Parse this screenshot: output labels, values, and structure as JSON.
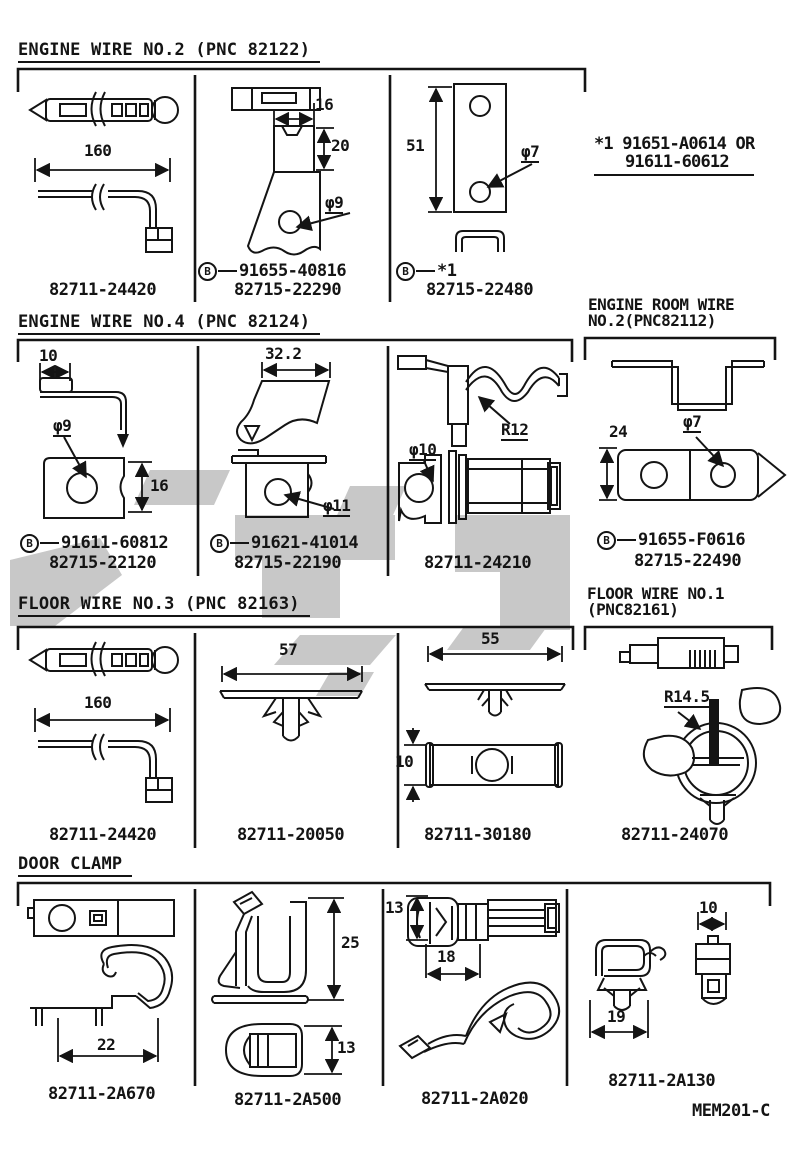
{
  "page": {
    "footer_code": "MEM201-C",
    "ink": "#141414",
    "watermark_color": "#c8c8c8"
  },
  "note": {
    "line1": "*1 91651-A0614 OR",
    "line2": "91611-60612"
  },
  "callout_symbol": "B",
  "sections": [
    {
      "id": "engine-wire-no2",
      "title": "ENGINE WIRE NO.2 (PNC 82122)",
      "panels": [
        {
          "part": "82711-24420",
          "dims": [
            "160"
          ]
        },
        {
          "part": "82715-22290",
          "callout": "91655-40816",
          "dims": [
            "16",
            "20",
            "φ9"
          ]
        },
        {
          "part": "82715-22480",
          "callout": "*1",
          "dims": [
            "51",
            "φ7"
          ]
        }
      ]
    },
    {
      "id": "engine-wire-no4",
      "title": "ENGINE WIRE NO.4 (PNC 82124)",
      "panels": [
        {
          "part": "82715-22120",
          "callout": "91611-60812",
          "dims": [
            "10",
            "φ9",
            "16"
          ]
        },
        {
          "part": "82715-22190",
          "callout": "91621-41014",
          "dims": [
            "32.2",
            "φ11"
          ]
        },
        {
          "part": "82711-24210",
          "dims": [
            "R12",
            "φ10"
          ]
        }
      ]
    },
    {
      "id": "engine-room-wire-no2",
      "title_line1": "ENGINE ROOM WIRE",
      "title_line2": "NO.2(PNC82112)",
      "panels": [
        {
          "part": "82715-22490",
          "callout": "91655-F0616",
          "dims": [
            "24",
            "φ7"
          ]
        }
      ]
    },
    {
      "id": "floor-wire-no3",
      "title": "FLOOR WIRE NO.3 (PNC 82163)",
      "panels": [
        {
          "part": "82711-24420",
          "dims": [
            "160"
          ]
        },
        {
          "part": "82711-20050",
          "dims": [
            "57"
          ]
        },
        {
          "part": "82711-30180",
          "dims": [
            "55",
            "10"
          ]
        }
      ]
    },
    {
      "id": "floor-wire-no1",
      "title_line1": "FLOOR WIRE NO.1",
      "title_line2": "(PNC82161)",
      "panels": [
        {
          "part": "82711-24070",
          "dims": [
            "R14.5"
          ]
        }
      ]
    },
    {
      "id": "door-clamp",
      "title": "DOOR CLAMP",
      "panels": [
        {
          "part": "82711-2A670",
          "dims": [
            "22"
          ]
        },
        {
          "part": "82711-2A500",
          "dims": [
            "25",
            "13"
          ]
        },
        {
          "part": "82711-2A020",
          "dims": [
            "13",
            "18"
          ]
        },
        {
          "part": "82711-2A130",
          "dims": [
            "10",
            "19"
          ]
        }
      ]
    }
  ]
}
